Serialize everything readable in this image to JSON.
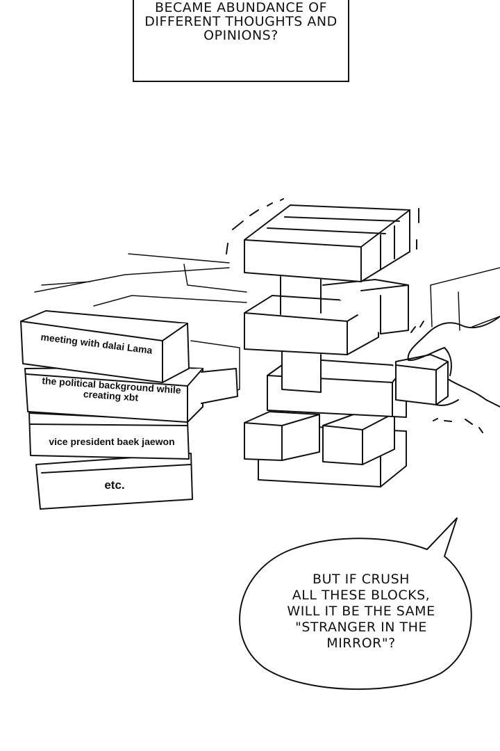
{
  "caption": {
    "lines": [
      "BECAME ABUNDANCE OF",
      "DIFFERENT THOUGHTS AND",
      "OPINIONS?"
    ]
  },
  "blocks": [
    {
      "label": "meeting with dalai Lama"
    },
    {
      "label": "the political background while",
      "label2": "creating xbt"
    },
    {
      "label": "vice president baek jaewon"
    },
    {
      "label": "etc."
    }
  ],
  "speech_bubble": {
    "lines": [
      "BUT IF CRUSH",
      "ALL THESE BLOCKS,",
      "WILL IT BE THE SAME",
      "\"STRANGER IN THE",
      "MIRROR\"?"
    ]
  }
}
